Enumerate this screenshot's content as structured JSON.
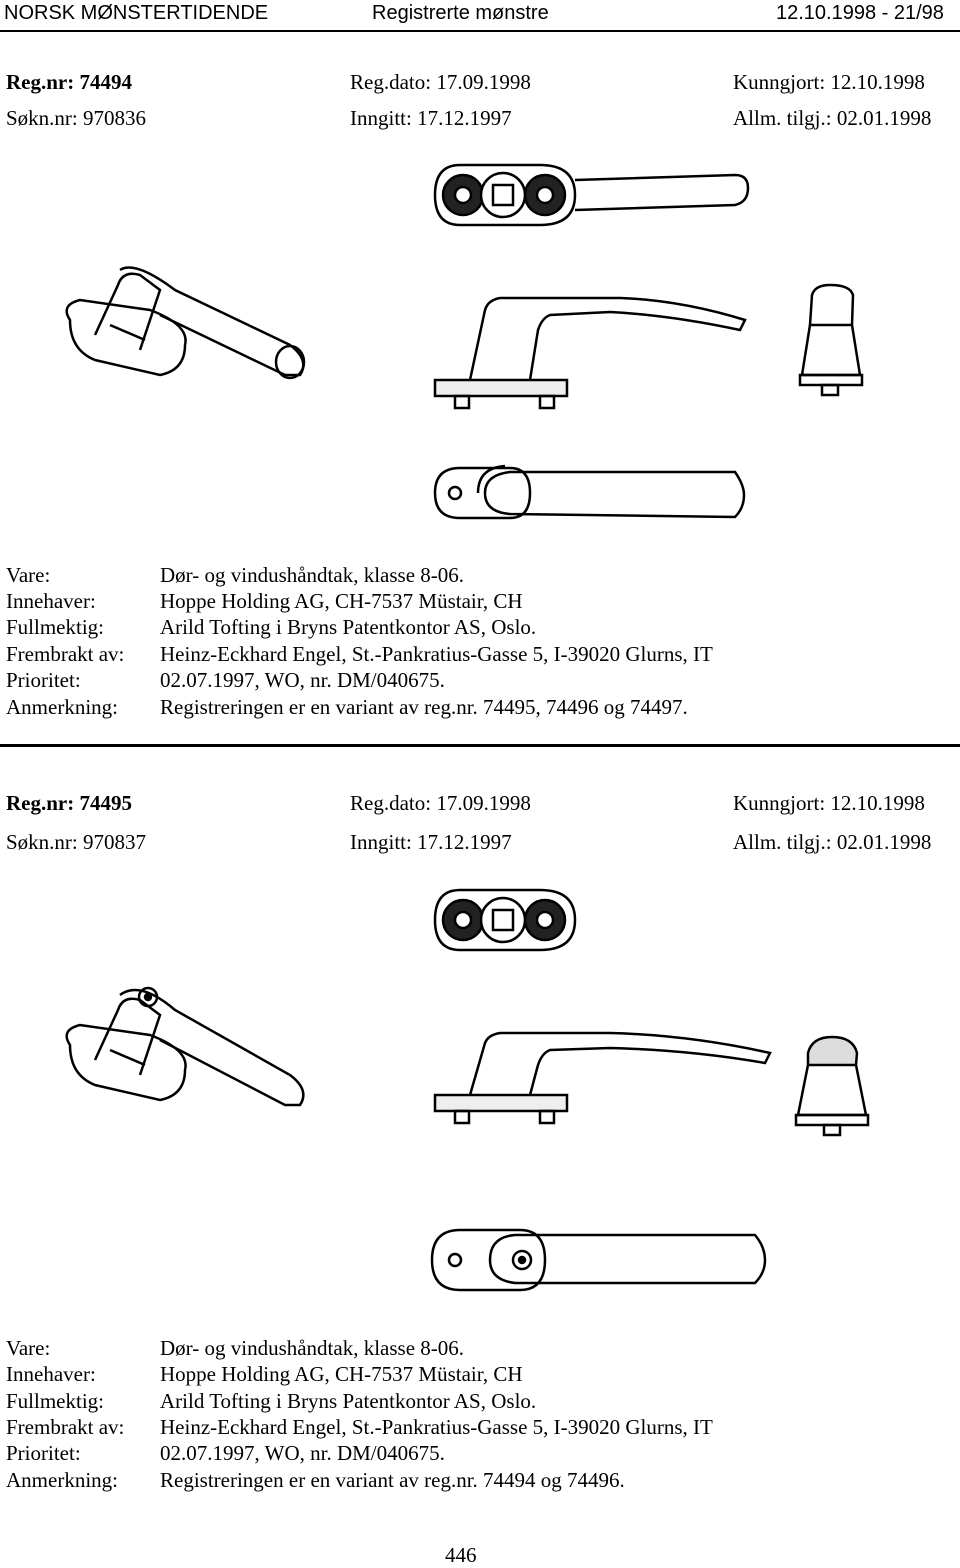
{
  "header": {
    "publication": "NORSK MØNSTERTIDENDE",
    "section": "Registrerte mønstre",
    "issue": "12.10.1998 - 21/98"
  },
  "records": [
    {
      "reg_nr_label": "Reg.nr: 74494",
      "reg_dato": "Reg.dato: 17.09.1998",
      "kunngjort": "Kunngjort: 12.10.1998",
      "sokn_nr": "Søkn.nr: 970836",
      "inngitt": "Inngitt: 17.12.1997",
      "allm_tilgj": "Allm. tilgj.: 02.01.1998",
      "fields": [
        {
          "label": "Vare:",
          "value": "Dør- og vindushåndtak, klasse 8-06."
        },
        {
          "label": "Innehaver:",
          "value": "Hoppe Holding AG, CH-7537 Müstair, CH"
        },
        {
          "label": "Fullmektig:",
          "value": "Arild Tofting i Bryns Patentkontor AS, Oslo."
        },
        {
          "label": "Frembrakt av:",
          "value": "Heinz-Eckhard Engel, St.-Pankratius-Gasse 5, I-39020 Glurns, IT"
        },
        {
          "label": "Prioritet:",
          "value": "02.07.1997, WO, nr. DM/040675."
        },
        {
          "label": "Anmerkning:",
          "value": "Registreringen er en variant av reg.nr. 74495, 74496 og 74497."
        }
      ]
    },
    {
      "reg_nr_label": "Reg.nr: 74495",
      "reg_dato": "Reg.dato: 17.09.1998",
      "kunngjort": "Kunngjort: 12.10.1998",
      "sokn_nr": "Søkn.nr: 970837",
      "inngitt": "Inngitt: 17.12.1997",
      "allm_tilgj": "Allm. tilgj.: 02.01.1998",
      "fields": [
        {
          "label": "Vare:",
          "value": "Dør- og vindushåndtak, klasse 8-06."
        },
        {
          "label": "Innehaver:",
          "value": "Hoppe Holding AG, CH-7537 Müstair, CH"
        },
        {
          "label": "Fullmektig:",
          "value": "Arild Tofting i Bryns Patentkontor AS, Oslo."
        },
        {
          "label": "Frembrakt av:",
          "value": "Heinz-Eckhard Engel, St.-Pankratius-Gasse 5, I-39020 Glurns, IT"
        },
        {
          "label": "Prioritet:",
          "value": "02.07.1997, WO, nr. DM/040675."
        },
        {
          "label": "Anmerkning:",
          "value": "Registreringen er en variant av reg.nr. 74494 og 74496."
        }
      ]
    }
  ],
  "page_number": "446"
}
